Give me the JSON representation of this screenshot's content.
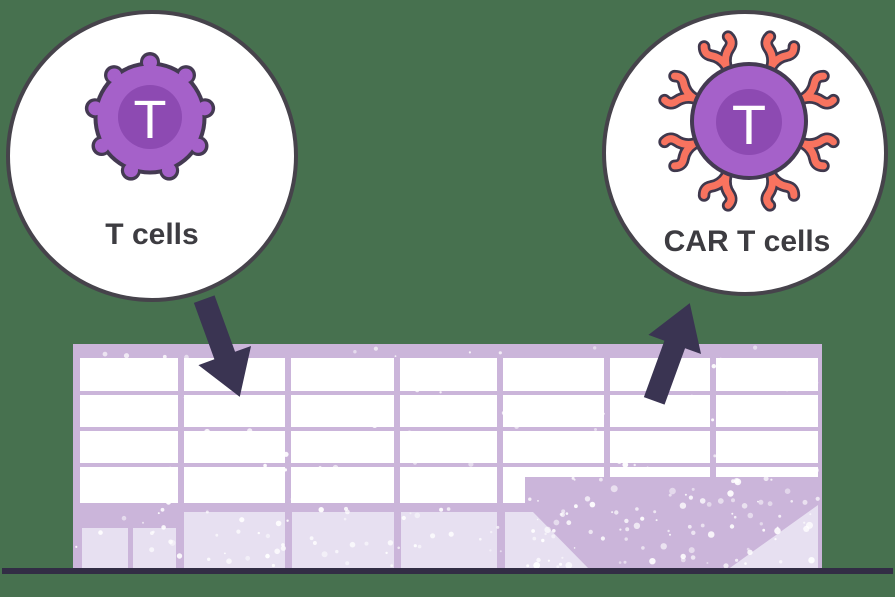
{
  "title": "T cells to CAR T cells manufacturing diagram",
  "nodes": {
    "left": {
      "label": "T cells",
      "cell_letter": "T"
    },
    "right": {
      "label": "CAR T cells",
      "cell_letter": "T"
    }
  },
  "icons": {
    "left_cell": "t-cell-icon",
    "right_cell": "car-t-cell-icon",
    "into_building": "arrow-down-icon",
    "out_of_building": "arrow-up-icon",
    "building": "manufacturing-building-illustration"
  },
  "colors": {
    "background": "#47714f",
    "circle_fill": "#ffffff",
    "circle_border": "#46434b",
    "arrow": "#3a3452",
    "ground": "#322d45",
    "building_frame": "#cbb5da",
    "building_mullion": "#d6c6e4",
    "building_panel": "#e7e0f1",
    "window": "#ffffff",
    "speckle": "#ffffff",
    "cell_outer": "#a561c9",
    "cell_inner": "#8d4ab2",
    "cell_outline": "#443a52",
    "receptor": "#f8735f",
    "receptor_outline": "#3f384d",
    "letter": "#ffffff",
    "label": "#3d3c41"
  }
}
